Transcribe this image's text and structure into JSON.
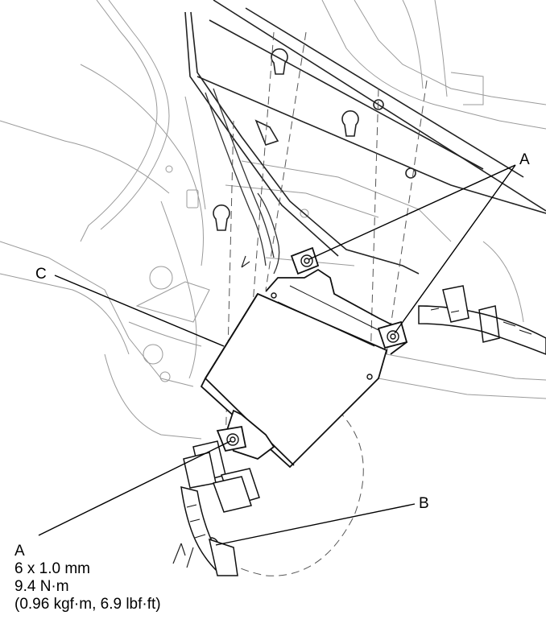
{
  "labels": {
    "a_top": "A",
    "c": "C",
    "b": "B"
  },
  "spec": {
    "letter": "A",
    "size": "6 x 1.0 mm",
    "torque_nm": "9.4 N·m",
    "torque_alt": "(0.96 kgf·m, 6.9 lbf·ft)"
  }
}
